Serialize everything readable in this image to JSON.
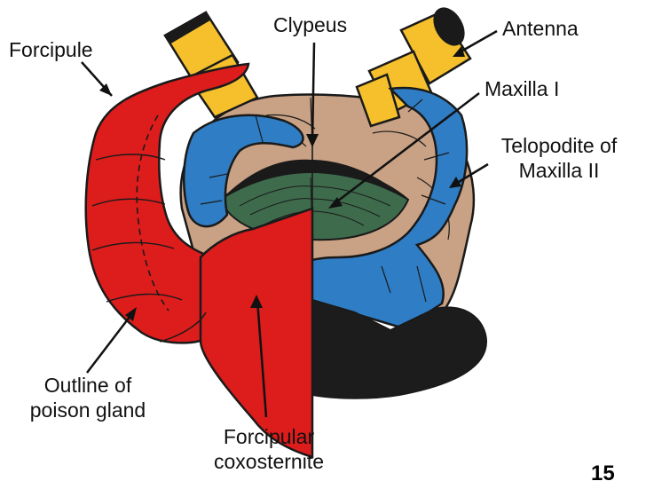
{
  "labels": {
    "forcipule": "Forcipule",
    "clypeus": "Clypeus",
    "antenna": "Antenna",
    "maxilla_1": "Maxilla I",
    "telopodite_line1": "Telopodite of",
    "telopodite_line2": "Maxilla II",
    "poison_gland_line1": "Outline of",
    "poison_gland_line2": "poison gland",
    "coxosternite_line1": "Forcipular",
    "coxosternite_line2": "coxosternite"
  },
  "page_number": "15",
  "colors": {
    "head_capsule": "#c9a184",
    "antenna": "#f5c02c",
    "maxilla": "#2f7dc4",
    "forcipule": "#dd1c1c",
    "labrum": "#3e6b4c",
    "dark_region": "#1c1c1c",
    "outline": "#1a1a1a"
  }
}
